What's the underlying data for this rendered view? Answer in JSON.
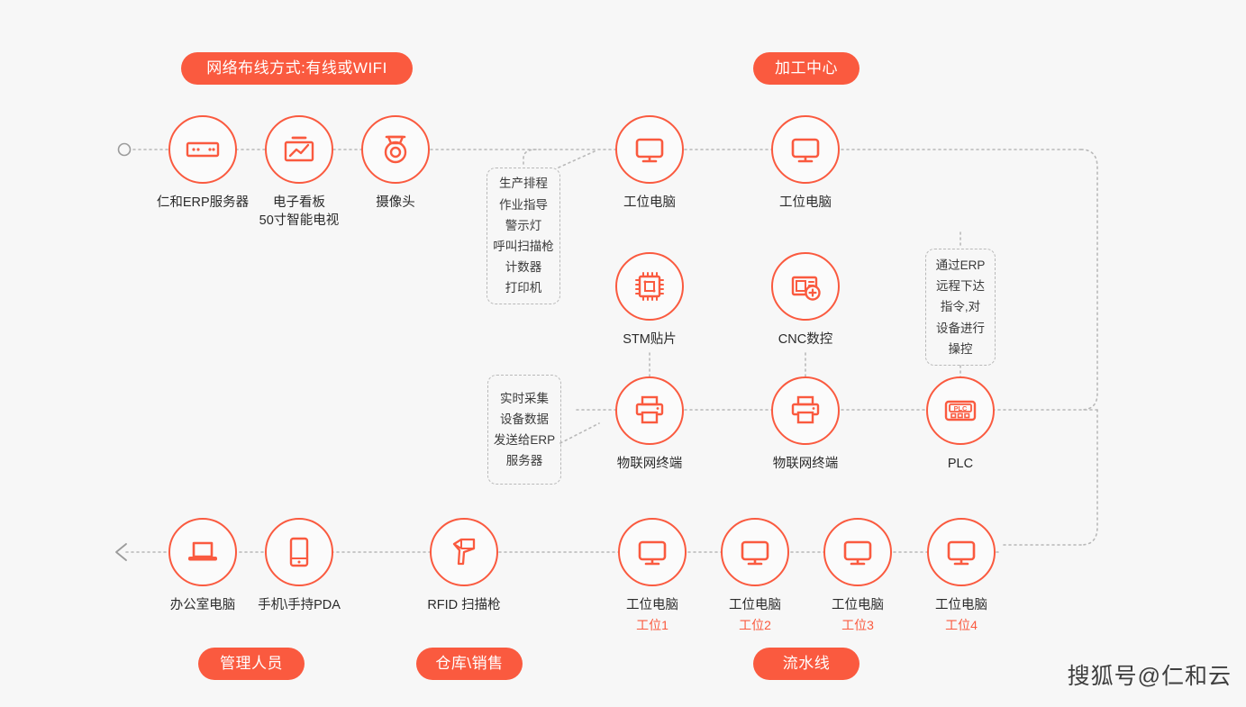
{
  "meta": {
    "accent": "#fa5a3f",
    "background": "#f7f7f7",
    "wire": "#b9b9b9",
    "text": "#2b2b2b"
  },
  "pills": [
    {
      "id": "network",
      "label": "网络布线方式:有线或WIFI"
    },
    {
      "id": "machining-center",
      "label": "加工中心"
    },
    {
      "id": "managers",
      "label": "管理人员"
    },
    {
      "id": "warehouse-sales",
      "label": "仓库\\销售"
    },
    {
      "id": "assembly-line",
      "label": "流水线"
    }
  ],
  "nodes": [
    {
      "id": "erp-server",
      "icon": "server-icon",
      "label": "仁和ERP服务器"
    },
    {
      "id": "kanban-tv",
      "icon": "dashboard-tv-icon",
      "label": "电子看板\n50寸智能电视"
    },
    {
      "id": "camera",
      "icon": "camera-icon",
      "label": "摄像头"
    },
    {
      "id": "workstation-pc-1",
      "icon": "monitor-icon",
      "label": "工位电脑"
    },
    {
      "id": "workstation-pc-2",
      "icon": "monitor-icon",
      "label": "工位电脑"
    },
    {
      "id": "stm-smt",
      "icon": "chip-icon",
      "label": "STM贴片"
    },
    {
      "id": "cnc",
      "icon": "cnc-panel-icon",
      "label": "CNC数控"
    },
    {
      "id": "iot-terminal-1",
      "icon": "printer-icon",
      "label": "物联网终端"
    },
    {
      "id": "iot-terminal-2",
      "icon": "printer-icon",
      "label": "物联网终端"
    },
    {
      "id": "plc",
      "icon": "plc-icon",
      "label": "PLC"
    },
    {
      "id": "office-pc",
      "icon": "laptop-icon",
      "label": "办公室电脑"
    },
    {
      "id": "mobile-pda",
      "icon": "tablet-icon",
      "label": "手机\\手持PDA"
    },
    {
      "id": "rfid-scanner",
      "icon": "barcode-gun-icon",
      "label": "RFID 扫描枪"
    },
    {
      "id": "line-pc-1",
      "icon": "monitor-icon",
      "label": "工位电脑",
      "sublabel": "工位1"
    },
    {
      "id": "line-pc-2",
      "icon": "monitor-icon",
      "label": "工位电脑",
      "sublabel": "工位2"
    },
    {
      "id": "line-pc-3",
      "icon": "monitor-icon",
      "label": "工位电脑",
      "sublabel": "工位3"
    },
    {
      "id": "line-pc-4",
      "icon": "monitor-icon",
      "label": "工位电脑",
      "sublabel": "工位4"
    }
  ],
  "notes": [
    {
      "id": "note-production",
      "text": "生产排程\n作业指导\n警示灯\n呼叫扫描枪\n计数器\n打印机"
    },
    {
      "id": "note-collect",
      "text": "实时采集\n设备数据\n发送给ERP\n服务器"
    },
    {
      "id": "note-remote",
      "text": "通过ERP\n远程下达\n指令,对\n设备进行\n操控"
    }
  ],
  "watermark": {
    "text": "搜狐号@仁和云"
  }
}
